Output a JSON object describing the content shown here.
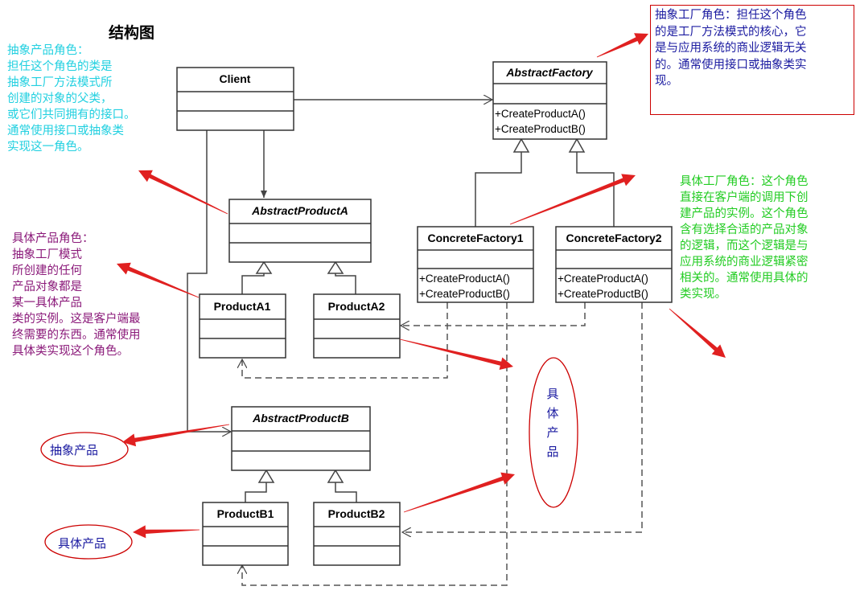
{
  "title": "结构图",
  "classes": {
    "client": {
      "name": "Client"
    },
    "abstract_factory": {
      "name": "AbstractFactory",
      "methods": [
        "+CreateProductA()",
        "+CreateProductB()"
      ]
    },
    "abstract_product_a": {
      "name": "AbstractProductA"
    },
    "abstract_product_b": {
      "name": "AbstractProductB"
    },
    "concrete_factory_1": {
      "name": "ConcreteFactory1",
      "methods": [
        "+CreateProductA()",
        "+CreateProductB()"
      ]
    },
    "concrete_factory_2": {
      "name": "ConcreteFactory2",
      "methods": [
        "+CreateProductA()",
        "+CreateProductB()"
      ]
    },
    "product_a1": {
      "name": "ProductA1"
    },
    "product_a2": {
      "name": "ProductA2"
    },
    "product_b1": {
      "name": "ProductB1"
    },
    "product_b2": {
      "name": "ProductB2"
    }
  },
  "notes": {
    "abstract_product_role": "抽象产品角色：\n担任这个角色的类是\n抽象工厂方法模式所\n创建的对象的父类，\n或它们共同拥有的接口。\n通常使用接口或抽象类\n实现这一角色。",
    "concrete_product_role": "具体产品角色：\n抽象工厂模式\n所创建的任何\n产品对象都是\n某一具体产品\n类的实例。这是客户端最\n终需要的东西。通常使用\n具体类实现这个角色。",
    "abstract_factory_role": "抽象工厂角色：担任这个角色\n的是工厂方法模式的核心，它\n是与应用系统的商业逻辑无关\n的。通常使用接口或抽象类实\n现。",
    "concrete_factory_role": "具体工厂角色：这个角色\n直接在客户端的调用下创\n建产品的实例。这个角色\n含有选择合适的产品对象\n的逻辑，而这个逻辑是与\n应用系统的商业逻辑紧密\n相关的。通常使用具体的\n类实现。",
    "abstract_product_oval": "抽象产品",
    "concrete_product_oval": "具体产品",
    "concrete_product_vertical": "具\n体\n产\n品"
  },
  "colors": {
    "abstract_product_note": "#22d0e0",
    "concrete_product_note": "#8b1a7a",
    "abstract_factory_note": "#1a1aa0",
    "concrete_factory_note": "#22cc22",
    "arrow": "#e02020",
    "box_border": "#cc0000"
  }
}
